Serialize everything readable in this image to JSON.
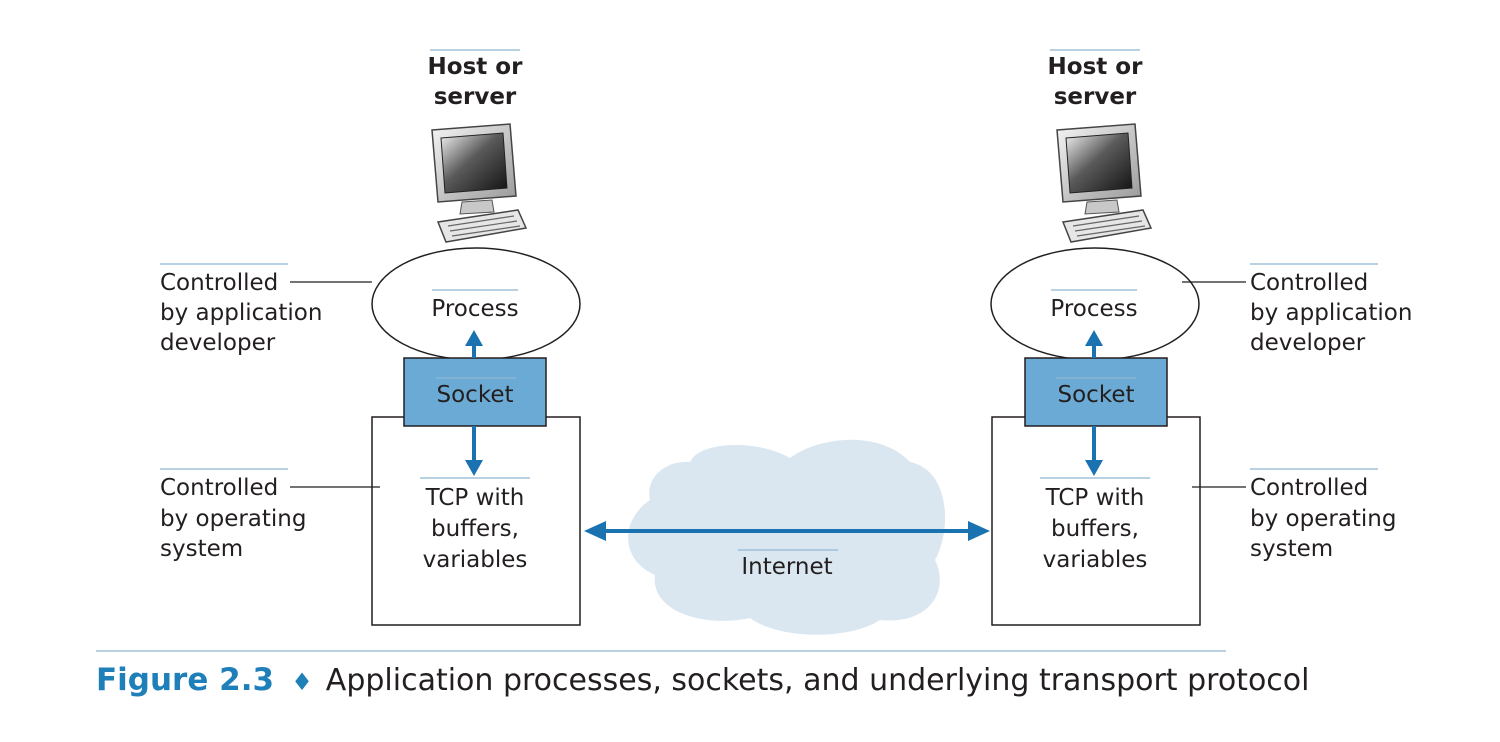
{
  "colors": {
    "socket_fill": "#6baad4",
    "arrow": "#1a73b0",
    "cloud": "#dbe7f0",
    "caption_accent": "#1f7fb8"
  },
  "hosts": [
    {
      "title_line1": "Host or",
      "title_line2": "server",
      "process_label": "Process",
      "socket_label": "Socket",
      "tcp_line1": "TCP with",
      "tcp_line2": "buffers,",
      "tcp_line3": "variables",
      "app_label_line1": "Controlled",
      "app_label_line2": "by application",
      "app_label_line3": "developer",
      "os_label_line1": "Controlled",
      "os_label_line2": "by operating",
      "os_label_line3": "system"
    },
    {
      "title_line1": "Host or",
      "title_line2": "server",
      "process_label": "Process",
      "socket_label": "Socket",
      "tcp_line1": "TCP with",
      "tcp_line2": "buffers,",
      "tcp_line3": "variables",
      "app_label_line1": "Controlled",
      "app_label_line2": "by application",
      "app_label_line3": "developer",
      "os_label_line1": "Controlled",
      "os_label_line2": "by operating",
      "os_label_line3": "system"
    }
  ],
  "network": {
    "label": "Internet",
    "icon": "cloud-icon"
  },
  "caption": {
    "number": "Figure 2.3",
    "separator": "♦",
    "text": "Application processes, sockets, and underlying transport protocol"
  }
}
